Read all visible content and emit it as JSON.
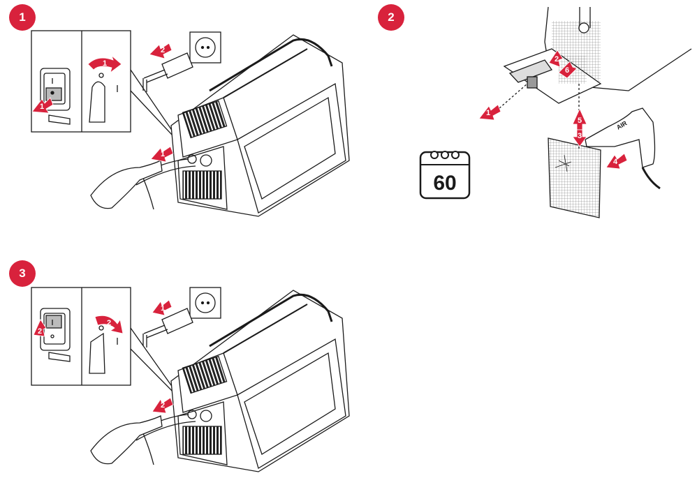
{
  "steps": [
    {
      "number": "1"
    },
    {
      "number": "2"
    },
    {
      "number": "3"
    }
  ],
  "panel1": {
    "arrow_labels": [
      "1",
      "1",
      "2",
      "1"
    ],
    "switch_on_mark": "I",
    "switch_off_mark": "O"
  },
  "panel2": {
    "arrow_labels": [
      "1",
      "2",
      "6",
      "5",
      "3",
      "4"
    ],
    "calendar_value": "60",
    "air_gun_label": "AIR"
  },
  "panel3": {
    "arrow_labels": [
      "2",
      "2",
      "1",
      "2"
    ],
    "switch_on_mark": "I",
    "switch_off_mark": "O"
  },
  "colors": {
    "accent": "#d8223c",
    "line": "#1a1a1a"
  },
  "icons": [
    "step-badge",
    "power-switch",
    "rotary-knob",
    "mains-plug",
    "wall-socket",
    "welding-machine",
    "hand",
    "calendar-icon",
    "filter-grid",
    "air-blow-gun",
    "hose"
  ]
}
